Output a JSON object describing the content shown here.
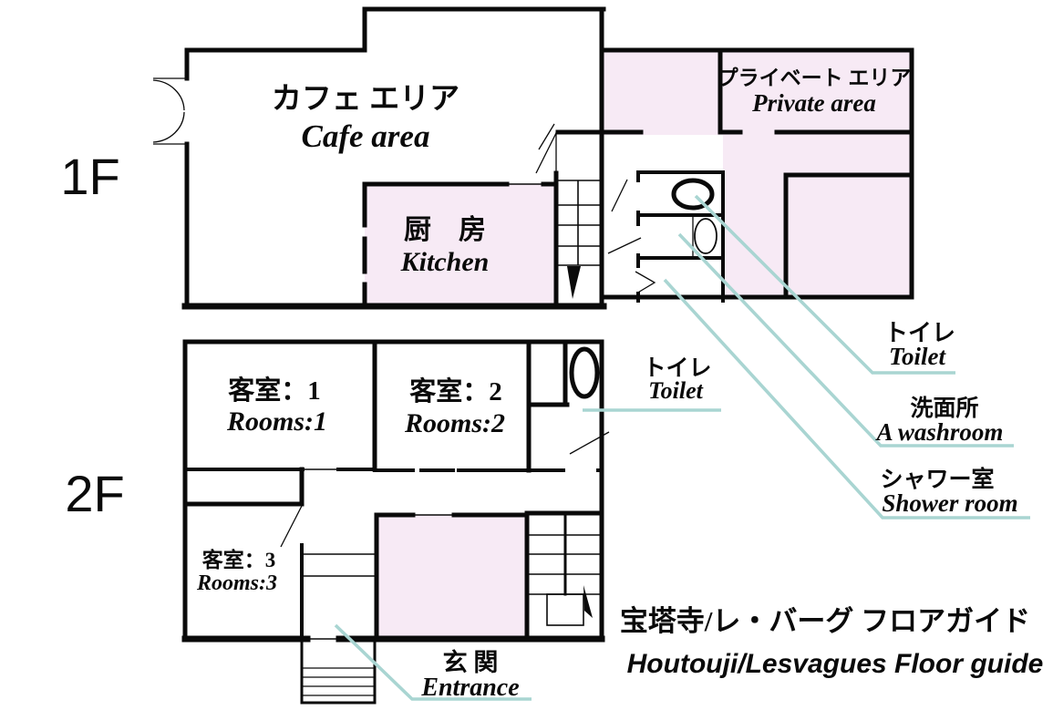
{
  "title": {
    "jp": "宝塔寺/レ・バーグ フロアガイド",
    "en": "Houtouji/Lesvagues Floor guide"
  },
  "colors": {
    "wall": "#0a0a0a",
    "room_fill": "#f7eaf5",
    "leader_line": "#a9d5d2",
    "background": "#ffffff"
  },
  "floor1": {
    "label": "1F",
    "cafe": {
      "jp": "カフェ エリア",
      "en": "Cafe area"
    },
    "kitchen": {
      "jp": "厨　房",
      "en": "Kitchen"
    },
    "private": {
      "jp": "プライベート エリア",
      "en": "Private area"
    },
    "toilet": {
      "jp": "トイレ",
      "en": "Toilet"
    },
    "washroom": {
      "jp": "洗面所",
      "en": "A washroom"
    },
    "shower": {
      "jp": "シャワー室",
      "en": "Shower room"
    }
  },
  "floor2": {
    "label": "2F",
    "room1": {
      "jp": "客室：1",
      "en": "Rooms:1"
    },
    "room2": {
      "jp": "客室：2",
      "en": "Rooms:2"
    },
    "room3": {
      "jp": "客室：3",
      "en": "Rooms:3"
    },
    "toilet": {
      "jp": "トイレ",
      "en": "Toilet"
    },
    "entrance": {
      "jp": "玄 関",
      "en": "Entrance"
    }
  }
}
